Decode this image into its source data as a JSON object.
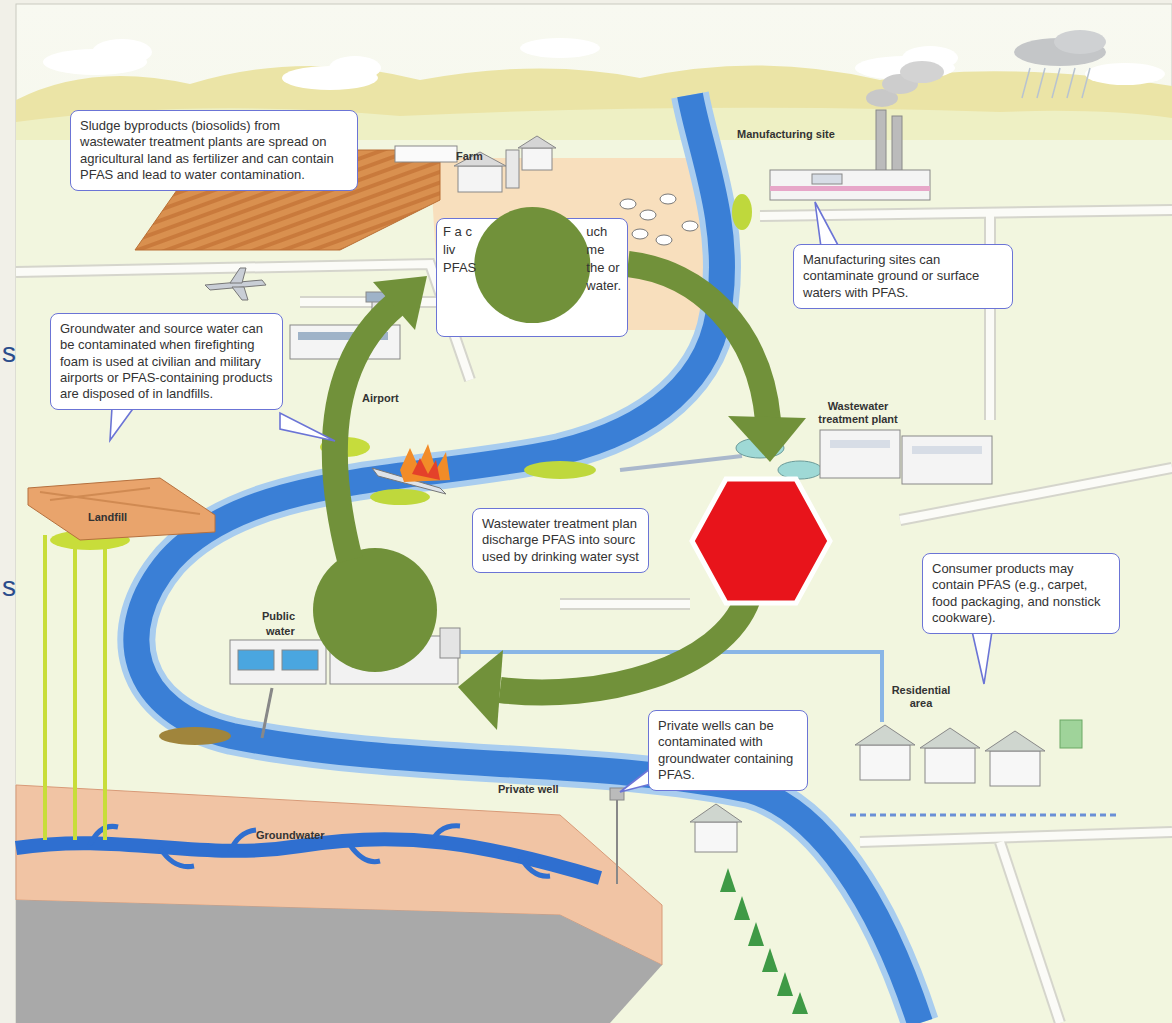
{
  "diagram": {
    "nodes": [
      {
        "text": [
          "Sludge byproducts (biosolids) from wastewater treatment plants are spread on agricultural land as fertilizer and can contain PFAS and lead to water contamination."
        ]
      },
      {
        "text": [
          "F a c liv PFAS",
          "uch me the or water."
        ]
      },
      {
        "text": [
          "Manufacturing sites can contaminate ground or surface waters with PFAS."
        ]
      },
      {
        "text": [
          "Groundwater and source water can be contaminated when firefighting foam is used at civilian and military airports or PFAS-containing products are disposed of in landfills."
        ]
      },
      {
        "text": [
          "Wastewater treatment plan",
          "discharge PFAS into sourc",
          "used by drinking water syst"
        ]
      },
      {
        "text": [
          "Consumer products may contain PFAS (e.g., carpet, food packaging, and nonstick cookware)."
        ]
      },
      {
        "text": [
          "Private wells can be contaminated with groundwater containing PFAS."
        ]
      }
    ],
    "labels": [
      "Farm",
      "Manufacturing site",
      "s",
      "Airport",
      "Landfill",
      "Wastewater treatment plant",
      "s",
      "Public",
      "water",
      "Residential area",
      "Private well",
      "Groundwater"
    ]
  }
}
